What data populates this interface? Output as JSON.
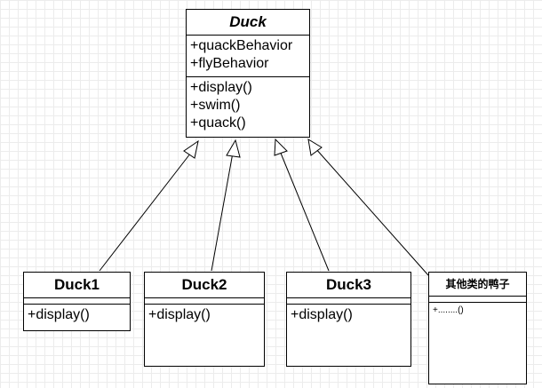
{
  "diagram": {
    "parent": {
      "name": "Duck",
      "attributes": [
        "+quackBehavior",
        "+flyBehavior"
      ],
      "operations": [
        "+display()",
        "+swim()",
        "+quack()"
      ]
    },
    "children": [
      {
        "name": "Duck1",
        "operations": [
          "+display()"
        ]
      },
      {
        "name": "Duck2",
        "operations": [
          "+display()"
        ]
      },
      {
        "name": "Duck3",
        "operations": [
          "+display()"
        ]
      },
      {
        "name": "其他类的鸭子",
        "operations": [
          "+........()"
        ]
      }
    ]
  }
}
